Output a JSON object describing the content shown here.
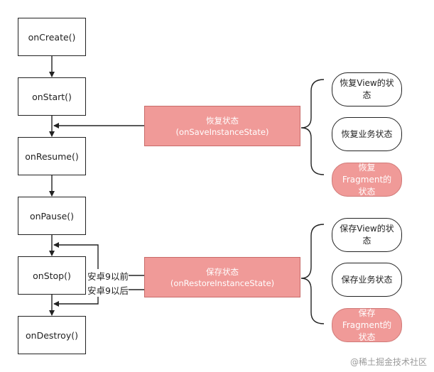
{
  "lifecycle": {
    "oncreate": "onCreate()",
    "onstart": "onStart()",
    "onresume": "onResume()",
    "onpause": "onPause()",
    "onstop": "onStop()",
    "ondestroy": "onDestroy()"
  },
  "restore": {
    "title": "恢复状态",
    "method": "(onSaveInstanceState)",
    "items": [
      "恢复View的状态",
      "恢复业务状态",
      "恢复Fragment的状态"
    ]
  },
  "save": {
    "title": "保存状态",
    "method": "(onRestoreInstanceState)",
    "items": [
      "保存View的状态",
      "保存业务状态",
      "保存Fragment的状态"
    ]
  },
  "android": {
    "before": "安卓9以前",
    "after": "安卓9以后"
  },
  "watermark": "@稀土掘金技术社区",
  "colors": {
    "highlight": "#f09a98",
    "line": "#222222"
  }
}
